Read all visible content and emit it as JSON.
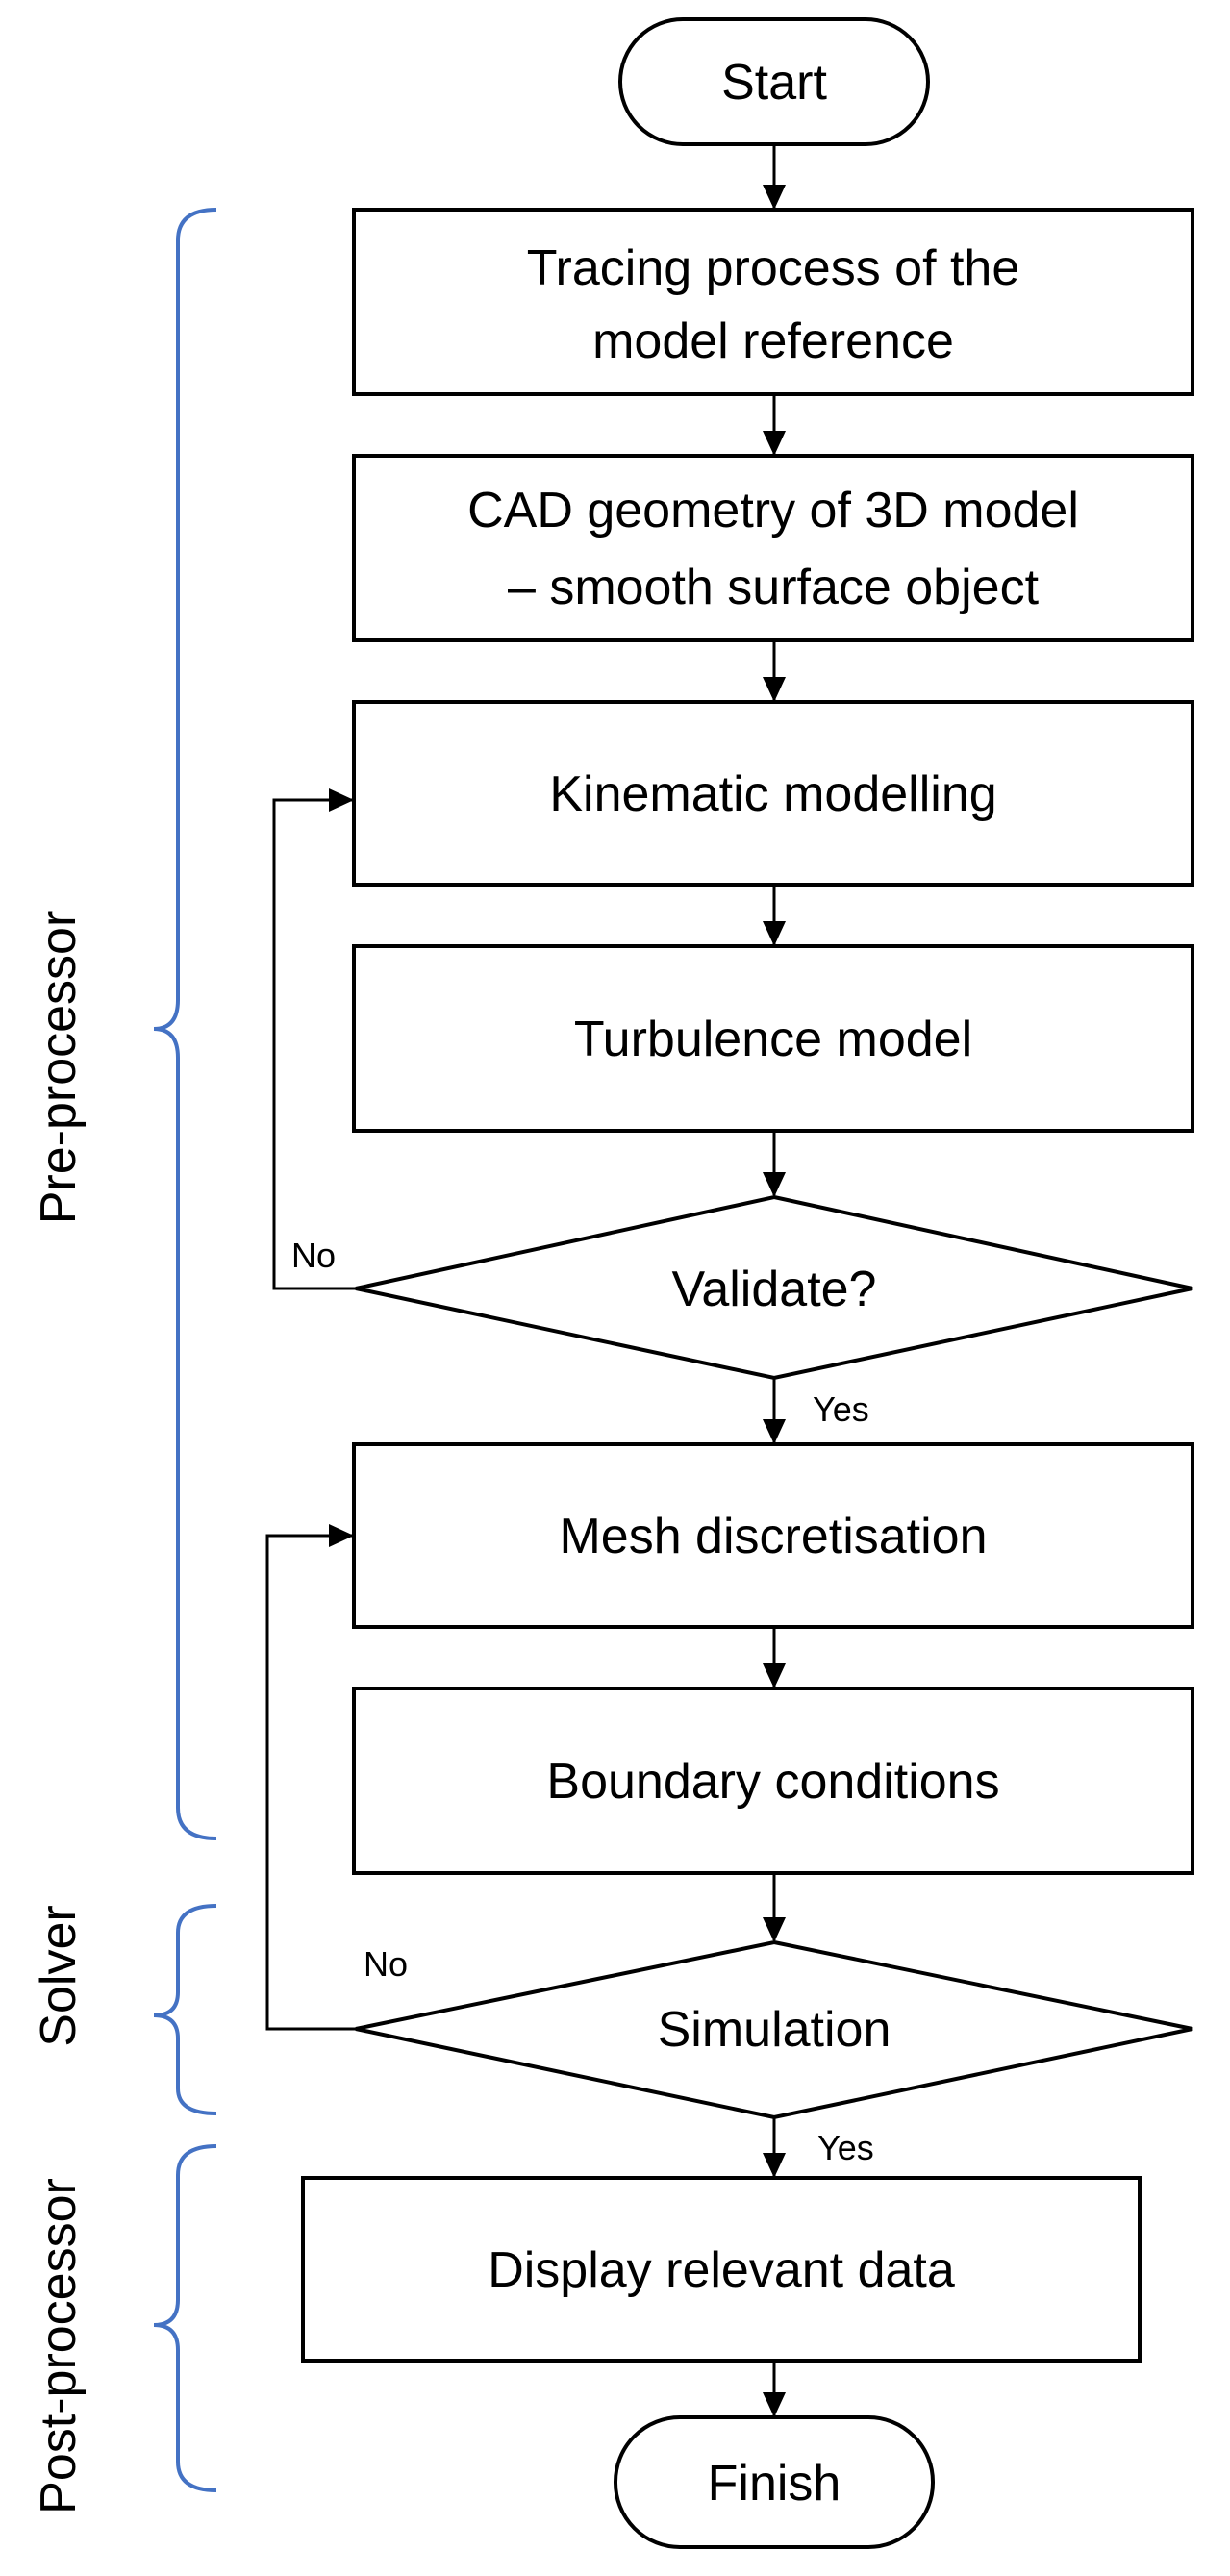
{
  "nodes": {
    "start": "Start",
    "tracing_line1": "Tracing process of the",
    "tracing_line2": "model reference",
    "cad_line1": "CAD geometry of 3D model",
    "cad_line2": "– smooth surface object",
    "kinematic": "Kinematic modelling",
    "turbulence": "Turbulence  model",
    "validate": "Validate?",
    "mesh": "Mesh discretisation",
    "boundary": "Boundary conditions",
    "simulation": "Simulation",
    "display": "Display relevant data",
    "finish": "Finish"
  },
  "edges": {
    "validate_no": "No",
    "validate_yes": "Yes",
    "simulation_no": "No",
    "simulation_yes": "Yes"
  },
  "stages": {
    "pre": "Pre-processor",
    "solver": "Solver",
    "post": "Post-processor"
  },
  "colors": {
    "brace": "#4472C4",
    "stroke": "#000000"
  }
}
